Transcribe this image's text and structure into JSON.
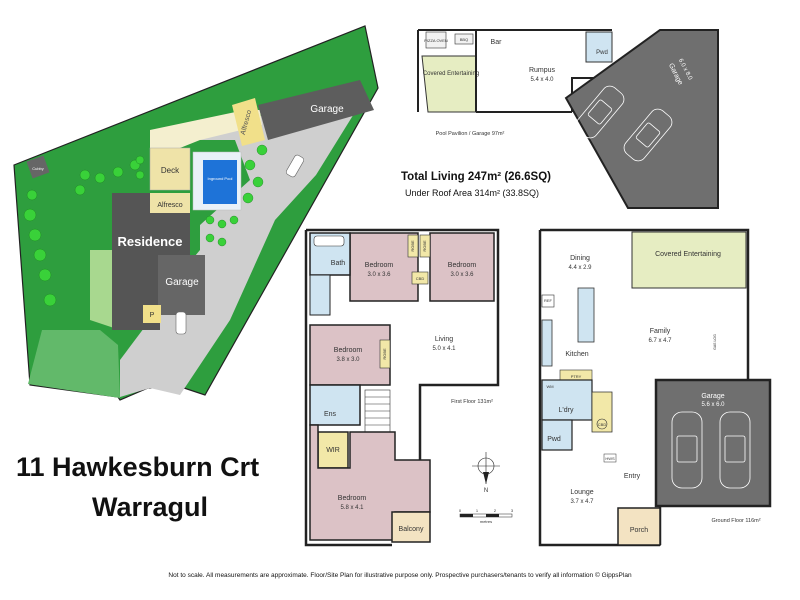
{
  "address": {
    "line1": "11 Hawkesburn Crt",
    "line2": "Warragul"
  },
  "totals": {
    "living": "Total Living 247m² (26.6SQ)",
    "under_roof": "Under Roof Area 314m² (33.8SQ)"
  },
  "disclaimer": "Not to scale. All measurements are approximate. Floor/Site Plan for illustrative purpose only. Prospective purchasers/tenants to verify all information © GippsPlan",
  "site_plan": {
    "labels": {
      "residence": "Residence",
      "garage_main": "Garage",
      "garage_top": "Garage",
      "deck": "Deck",
      "alfresco": "Alfresco",
      "alfresco_side": "Alfresco",
      "pool": "Inground Pool",
      "cubby": "Cubby",
      "p": "P"
    }
  },
  "pool_pavilion": {
    "caption": "Pool Pavilion / Garage 97m²",
    "rooms": {
      "covered_entertaining": "Covered Entertaining",
      "pizza_oven": "PIZZA OVEN",
      "bbq": "BBQ",
      "bar": "Bar",
      "rumpus": "Rumpus",
      "rumpus_dim": "5.4 x 4.0",
      "pwd": "Pwd",
      "garage": "Garage",
      "garage_dim": "6.0 x 8.0"
    }
  },
  "first_floor": {
    "caption": "First Floor 131m²",
    "rooms": {
      "bath": "Bath",
      "bed1": "Bedroom",
      "bed1_dim": "3.0 x 3.6",
      "bed2": "Bedroom",
      "bed2_dim": "3.0 x 3.6",
      "robe1": "ROBE",
      "robe2": "ROBE",
      "cbd": "CBD",
      "bed3": "Bedroom",
      "bed3_dim": "3.8 x 3.0",
      "robe3": "ROBE",
      "living": "Living",
      "living_dim": "5.0 x 4.1",
      "ens": "Ens",
      "wir": "WIR",
      "bed4": "Bedroom",
      "bed4_dim": "5.8 x 4.1",
      "balcony": "Balcony"
    }
  },
  "ground_floor": {
    "caption": "Ground Floor 116m²",
    "rooms": {
      "dining": "Dining",
      "dining_dim": "4.4 x 2.9",
      "covered_entertaining": "Covered Entertaining",
      "family": "Family",
      "family_dim": "6.7 x 4.7",
      "kitchen": "Kitchen",
      "ptry": "PTRY",
      "wm": "WM",
      "ldry": "L'dry",
      "cbd": "CBD",
      "pwd": "Pwd",
      "ref": "REF",
      "gas_log": "GAS LOG",
      "hws": "HWS",
      "garage": "Garage",
      "garage_dim": "5.6 x 6.0",
      "entry": "Entry",
      "lounge": "Lounge",
      "lounge_dim": "3.7 x 4.7",
      "porch": "Porch"
    }
  },
  "scale": {
    "ticks": [
      "0",
      "1",
      "2",
      "3"
    ],
    "unit": "metres"
  },
  "north": "N",
  "colors": {
    "grass": "#2e9e3e",
    "lawn_light": "#62b96a",
    "house": "#555555",
    "roof_dark": "#5d5d5d",
    "path": "#cfcfcf",
    "pool": "#1e73d8",
    "bedroom": "#dcc2c6",
    "entertaining": "#e6edc2",
    "robe": "#f2e8a8",
    "wet": "#cfe4f1",
    "tile": "#f3e3c2",
    "garage": "#6f6f6f",
    "tree": "#39d139"
  }
}
